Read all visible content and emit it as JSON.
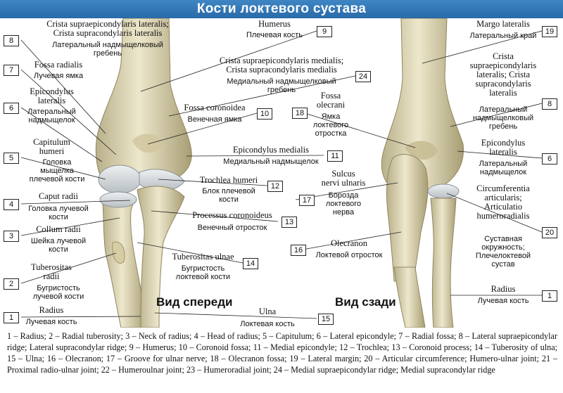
{
  "title": "Кости локтевого сустава",
  "views": {
    "front": "Вид спереди",
    "back": "Вид сзади"
  },
  "labels": [
    {
      "n": "8",
      "lat": "Crista supraepicondylaris lateralis;\nCrista supracondylaris lateralis",
      "rus": "Латеральный надмыщелковый\nгребень"
    },
    {
      "n": "7",
      "lat": "Fossa radialis",
      "rus": "Лучевая ямка"
    },
    {
      "n": "6",
      "lat": "Epicondylus\nlateralis",
      "rus": "Латеральный\nнадмыщелок"
    },
    {
      "n": "5",
      "lat": "Capitulum\nhumeri",
      "rus": "Головка\nмыщелка\nплечевой кости"
    },
    {
      "n": "4",
      "lat": "Caput radii",
      "rus": "Головка лучевой\nкости"
    },
    {
      "n": "3",
      "lat": "Collum radii",
      "rus": "Шейка лучевой\nкости"
    },
    {
      "n": "2",
      "lat": "Tuberositas\nradii",
      "rus": "Бугристость\nлучевой кости"
    },
    {
      "n": "1",
      "lat": "Radius",
      "rus": "Лучевая кость"
    },
    {
      "n": "9",
      "lat": "Humerus",
      "rus": "Плечевая кость"
    },
    {
      "n": "24",
      "lat": "Crista supraepicondylaris medialis;\nCrista supracondylaris medialis",
      "rus": "Медиальный надмыщелковый\nгребень"
    },
    {
      "n": "10",
      "lat": "Fossa coronoidea",
      "rus": "Венечная ямка"
    },
    {
      "n": "11",
      "lat": "Epicondylus medialis",
      "rus": "Медиальный надмыщелок"
    },
    {
      "n": "12",
      "lat": "Trochlea humeri",
      "rus": "Блок плечевой\nкости"
    },
    {
      "n": "13",
      "lat": "Processus coronoideus",
      "rus": "Венечный отросток"
    },
    {
      "n": "14",
      "lat": "Tuberositas ulnae",
      "rus": "Бугристость\nлоктевой кости"
    },
    {
      "n": "15",
      "lat": "Ulna",
      "rus": "Локтевая кость"
    },
    {
      "n": "18",
      "lat": "Fossa\nolecrani",
      "rus": "Ямка\nлоктевого\nотростка"
    },
    {
      "n": "17",
      "lat": "Sulcus\nnervi ulnaris",
      "rus": "Борозда\nлоктевого\nнерва"
    },
    {
      "n": "16",
      "lat": "Olecranon",
      "rus": "Локтевой отросток"
    },
    {
      "n": "19",
      "lat": "Margo lateralis",
      "rus": "Латеральный край"
    },
    {
      "n": "8",
      "lat": "Crista\nsupraepicondylaris\nlateralis; Crista\nsupracondylaris\nlateralis",
      "rus": "Латеральный\nнадмыщелковый\nгребень"
    },
    {
      "n": "6",
      "lat": "Epicondylus\nlateralis",
      "rus": "Латеральный\nнадмыщелок"
    },
    {
      "n": "20",
      "lat": "Circumferentia\narticularis;\nArticulatio\nhumeroradialis",
      "rus": "Суставная\nокружность;\nПлечелоктевой\nсустав"
    },
    {
      "n": "1",
      "lat": "Radius",
      "rus": "Лучевая кость"
    }
  ],
  "legend": "1 – Radius; 2 – Radial tuberosity; 3 – Neck of radius; 4 – Head of radius; 5 – Capitulum; 6 – Lateral epicondyle; 7 – Radial fossa; 8 – Lateral supraepicondylar ridge; Lateral supracondylar ridge; 9 – Humerus; 10 – Coronoid fossa; 11 – Medial epicondyle; 12 – Trochlea; 13 – Coronoid process; 14 – Tuberosity of ulna; 15 – Ulna; 16 – Olecranon; 17 – Groove for ulnar nerve; 18 – Olecranon fossa; 19 – Lateral margin; 20 – Articular circumference; Humero-ulnar joint; 21 – Proximal radio-ulnar joint; 22 – Humeroulnar joint; 23 – Humeroradial joint; 24 – Medial supraepicondylar ridge; Medial supracondylar ridge"
}
